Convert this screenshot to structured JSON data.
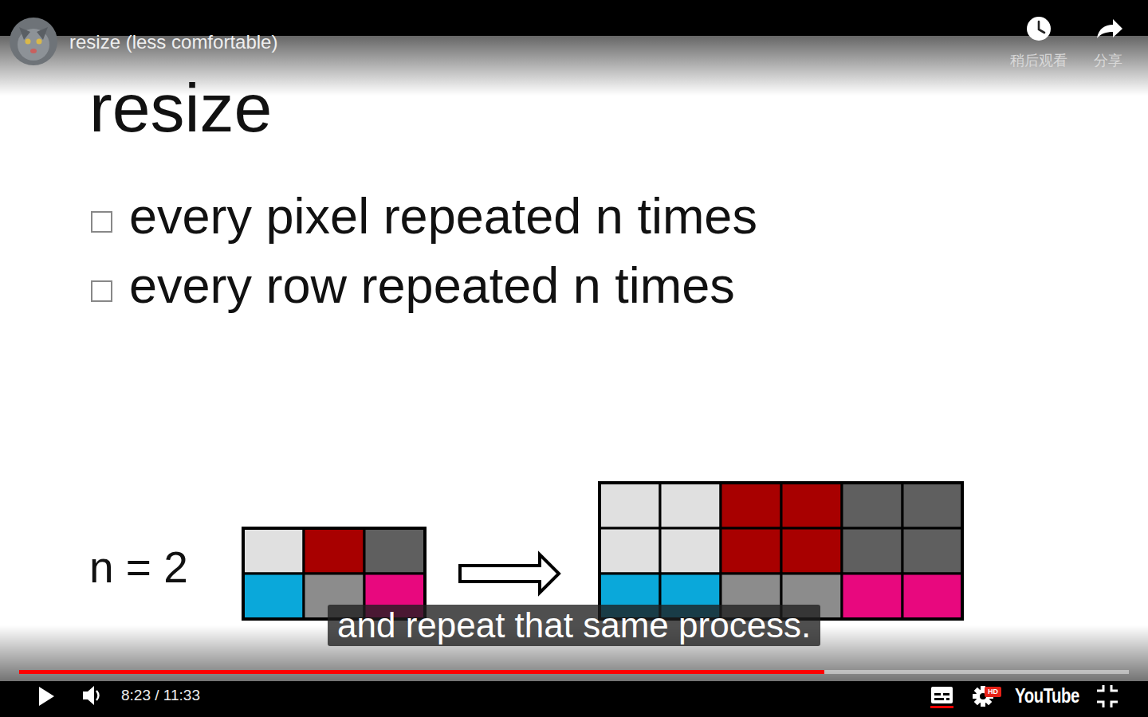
{
  "diagram": {
    "title": "resize",
    "labels": [
      "resize (less comfortable)",
      "稍后观看",
      "分享",
      "every pixel repeated n times",
      "every row repeated n times",
      "n = 2",
      "and repeat that same process.",
      "8:23 / 11:33",
      "HD",
      "YouTube"
    ]
  }
}
